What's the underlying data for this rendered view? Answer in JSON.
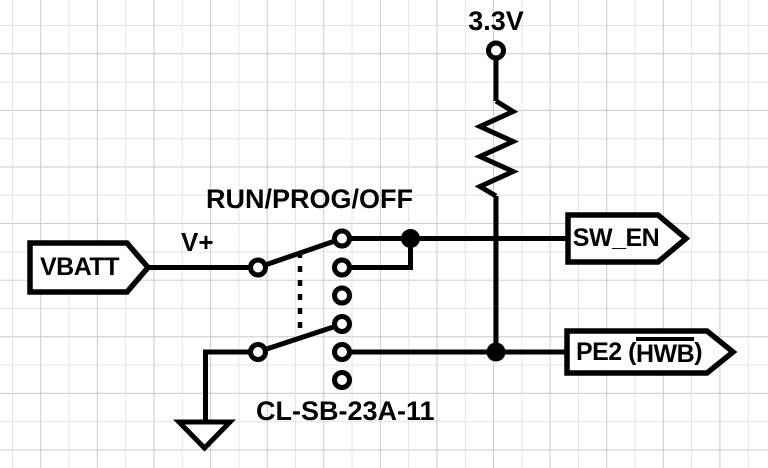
{
  "schematic": {
    "power": {
      "label": "3.3V"
    },
    "vbatt_flag": {
      "label": "VBATT"
    },
    "vplus_net": {
      "label": "V+"
    },
    "switch": {
      "function_label": "RUN/PROG/OFF",
      "part_number": "CL-SB-23A-11"
    },
    "sw_en_flag": {
      "label": "SW_EN"
    },
    "pe2_flag": {
      "prefix": "PE2 (",
      "overlined": "HWB",
      "suffix": ")"
    },
    "colors": {
      "wire": "#000000",
      "background": "#ffffff",
      "grid_light": "#e3e3e3",
      "grid_dark": "#c9c9c9"
    }
  }
}
